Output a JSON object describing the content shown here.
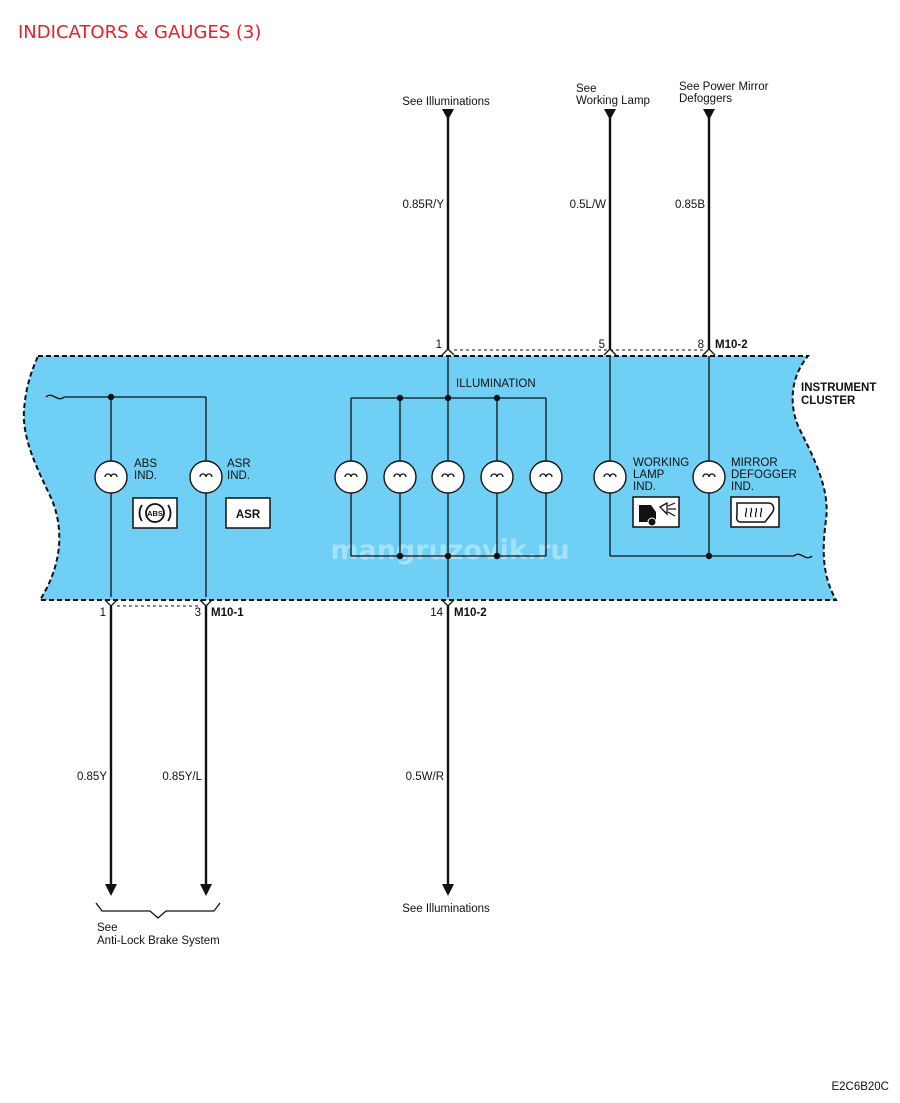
{
  "title": "INDICATORS & GAUGES (3)",
  "colors": {
    "title": "#e8202a",
    "cluster_fill": "#6fcff4",
    "wire": "#111111"
  },
  "top_refs": {
    "illuminations": "See Illuminations",
    "working_lamp": {
      "line1": "See",
      "line2": "Working Lamp"
    },
    "power_mirror": {
      "line1": "See Power Mirror",
      "line2": "Defoggers"
    }
  },
  "wires": {
    "top_illum": "0.85R/Y",
    "top_work": "0.5L/W",
    "top_mirror": "0.85B",
    "bottom_abs": "0.85Y",
    "bottom_asr": "0.85Y/L",
    "bottom_illum": "0.5W/R"
  },
  "pins": {
    "p1_top": "1",
    "p5_top": "5",
    "p8_top": "8",
    "p1_bot": "1",
    "p3_bot": "3",
    "p14_bot": "14"
  },
  "connectors": {
    "top": "M10-2",
    "bottom_left": "M10-1",
    "bottom_mid": "M10-2"
  },
  "cluster": {
    "line1": "INSTRUMENT",
    "line2": "CLUSTER"
  },
  "illumination_label": "ILLUMINATION",
  "indicators": {
    "abs": {
      "line1": "ABS",
      "line2": "IND.",
      "badge": "ABS",
      "icon": "abs-warning-icon"
    },
    "asr": {
      "line1": "ASR",
      "line2": "IND.",
      "badge": "ASR"
    },
    "working": {
      "line1": "WORKING",
      "line2": "LAMP",
      "line3": "IND.",
      "icon": "working-lamp-icon"
    },
    "mirror": {
      "line1": "MIRROR",
      "line2": "DEFOGGER",
      "line3": "IND.",
      "icon": "mirror-defogger-icon"
    }
  },
  "bottom_refs": {
    "abs": {
      "line1": "See",
      "line2": "Anti-Lock Brake System"
    },
    "illuminations": "See Illuminations"
  },
  "watermark": "mangruzovik.ru",
  "diagram_code": "E2C6B20C"
}
